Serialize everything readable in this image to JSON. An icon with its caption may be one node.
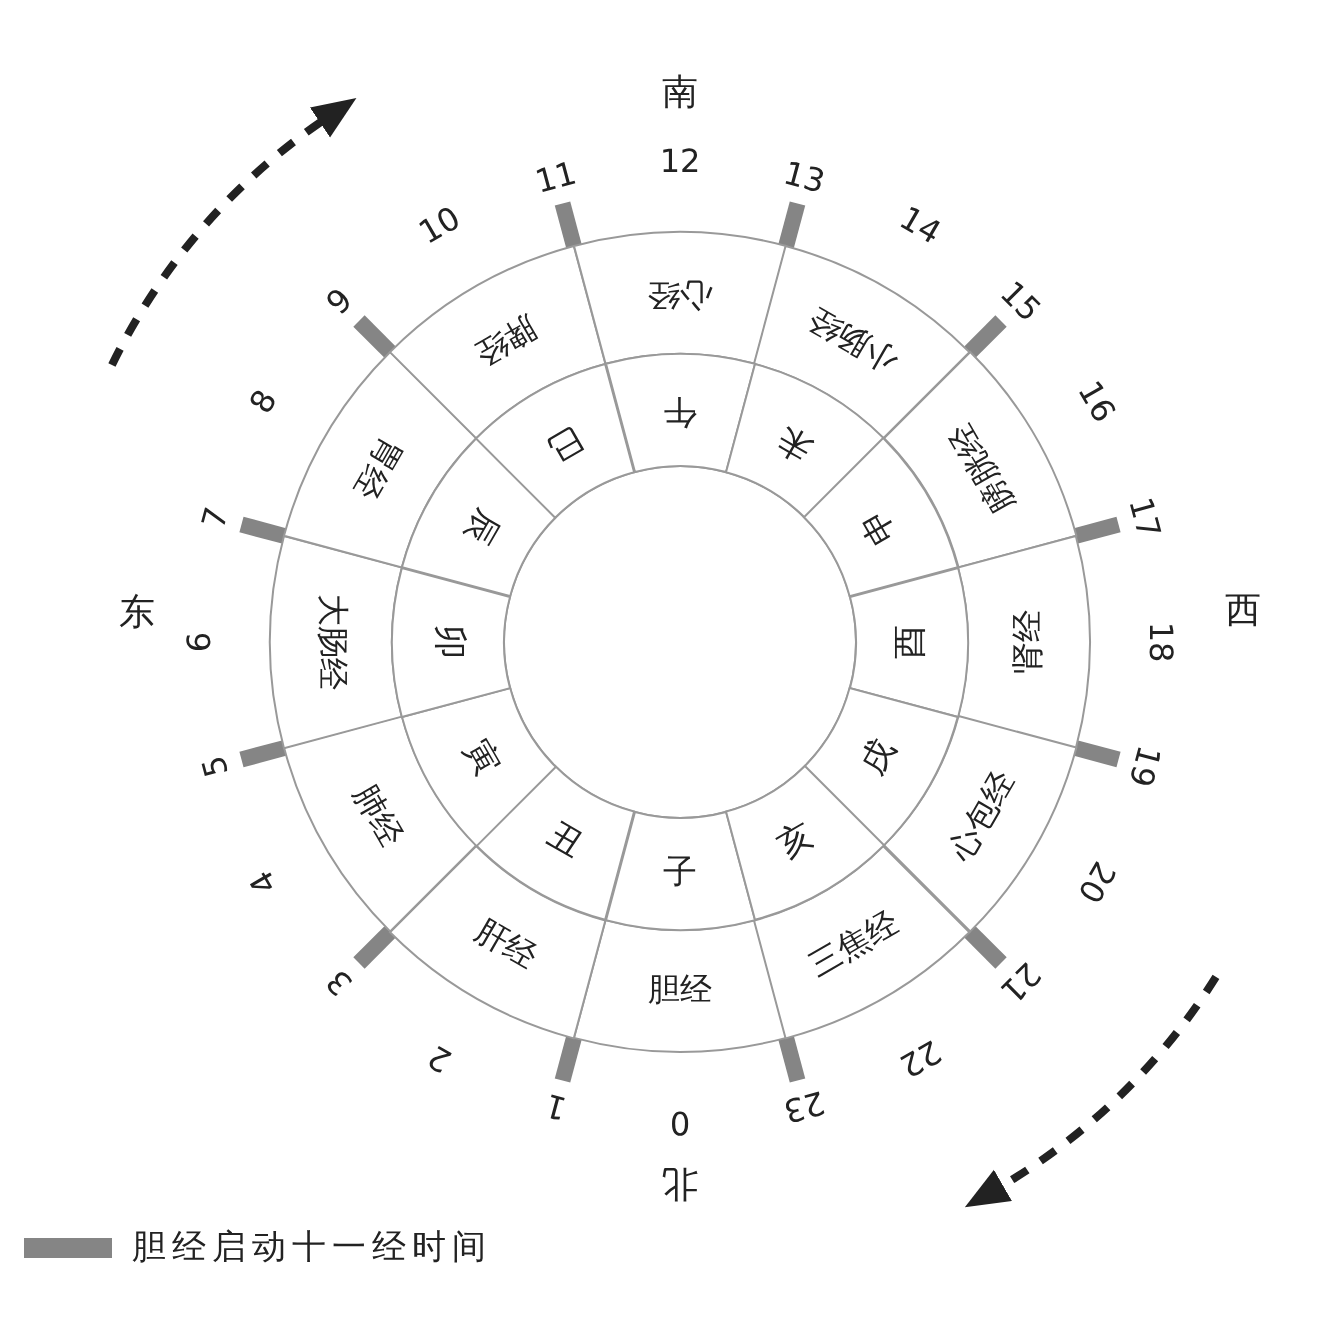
{
  "diagram": {
    "nodes": [
      {
        "text": [
          "子"
        ]
      },
      {
        "text": [
          "丑"
        ]
      },
      {
        "text": [
          "寅"
        ]
      },
      {
        "text": [
          "卯"
        ]
      },
      {
        "text": [
          "辰"
        ]
      },
      {
        "text": [
          "巳"
        ]
      },
      {
        "text": [
          "午"
        ]
      },
      {
        "text": [
          "未"
        ]
      },
      {
        "text": [
          "申"
        ]
      },
      {
        "text": [
          "酉"
        ]
      },
      {
        "text": [
          "戌"
        ]
      },
      {
        "text": [
          "亥"
        ]
      },
      {
        "text": [
          "胆经"
        ]
      },
      {
        "text": [
          "肝经"
        ]
      },
      {
        "text": [
          "肺经"
        ]
      },
      {
        "text": [
          "大肠经"
        ]
      },
      {
        "text": [
          "胃经"
        ]
      },
      {
        "text": [
          "脾经"
        ]
      },
      {
        "text": [
          "心经"
        ]
      },
      {
        "text": [
          "小肠经"
        ]
      },
      {
        "text": [
          "膀胱经"
        ]
      },
      {
        "text": [
          "肾经"
        ]
      },
      {
        "text": [
          "心包经"
        ]
      },
      {
        "text": [
          "三焦经"
        ]
      }
    ],
    "labels": [
      "南",
      "西",
      "北",
      "东",
      "0",
      "1",
      "2",
      "3",
      "4",
      "5",
      "6",
      "7",
      "8",
      "9",
      "10",
      "11",
      "12",
      "13",
      "14",
      "15",
      "16",
      "17",
      "18",
      "19",
      "20",
      "21",
      "22",
      "23"
    ],
    "legend": [
      {
        "text": "胆经启动十一经时间",
        "color": "#858585"
      }
    ]
  }
}
